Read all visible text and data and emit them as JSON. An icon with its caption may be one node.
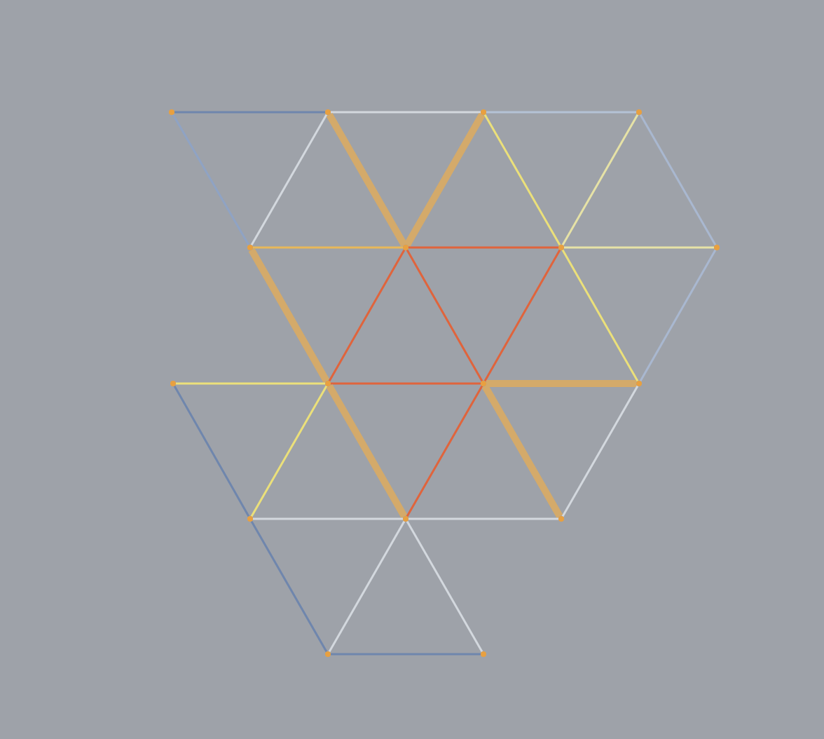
{
  "diagram": {
    "nodes": [
      {
        "text": [],
        "shape": "point"
      },
      {
        "text": [],
        "shape": "point"
      },
      {
        "text": [],
        "shape": "point"
      },
      {
        "text": [],
        "shape": "point"
      },
      {
        "text": [],
        "shape": "point"
      },
      {
        "text": [],
        "shape": "point"
      },
      {
        "text": [],
        "shape": "point"
      },
      {
        "text": [],
        "shape": "point"
      },
      {
        "text": [],
        "shape": "point"
      },
      {
        "text": [],
        "shape": "point"
      },
      {
        "text": [],
        "shape": "point"
      },
      {
        "text": [],
        "shape": "point"
      },
      {
        "text": [],
        "shape": "point"
      },
      {
        "text": [],
        "shape": "point"
      },
      {
        "text": [],
        "shape": "point"
      },
      {
        "text": [],
        "shape": "point"
      },
      {
        "text": [],
        "shape": "point"
      }
    ],
    "edges": [
      {
        "from": 0,
        "to": 1,
        "arrow": "none",
        "color": "#6f86ad"
      },
      {
        "from": 1,
        "to": 2,
        "arrow": "none",
        "color": "#d3d8de"
      },
      {
        "from": 2,
        "to": 3,
        "arrow": "none",
        "color": "#b4c2d6"
      },
      {
        "from": 0,
        "to": 4,
        "arrow": "none",
        "color": "#8fa3c4"
      },
      {
        "from": 1,
        "to": 4,
        "arrow": "none",
        "color": "#d3d8de"
      },
      {
        "from": 1,
        "to": 5,
        "arrow": "none",
        "color": "#d4aa6a",
        "style": "thick"
      },
      {
        "from": 2,
        "to": 5,
        "arrow": "none",
        "color": "#d4aa6a",
        "style": "thick"
      },
      {
        "from": 2,
        "to": 6,
        "arrow": "none",
        "color": "#ebe07a"
      },
      {
        "from": 3,
        "to": 6,
        "arrow": "none",
        "color": "#e6e2a6"
      },
      {
        "from": 3,
        "to": 7,
        "arrow": "none",
        "color": "#a9b8d0"
      },
      {
        "from": 4,
        "to": 5,
        "arrow": "none",
        "color": "#e8b85a"
      },
      {
        "from": 5,
        "to": 6,
        "arrow": "none",
        "color": "#e0643c"
      },
      {
        "from": 6,
        "to": 7,
        "arrow": "none",
        "color": "#e6e2a6"
      },
      {
        "from": 4,
        "to": 9,
        "arrow": "none",
        "color": "#d4aa6a",
        "style": "thick"
      },
      {
        "from": 5,
        "to": 9,
        "arrow": "none",
        "color": "#e0643c"
      },
      {
        "from": 5,
        "to": 10,
        "arrow": "none",
        "color": "#e0643c"
      },
      {
        "from": 6,
        "to": 10,
        "arrow": "none",
        "color": "#e0643c"
      },
      {
        "from": 6,
        "to": 11,
        "arrow": "none",
        "color": "#ebe07a"
      },
      {
        "from": 7,
        "to": 11,
        "arrow": "none",
        "color": "#a9b8d0"
      },
      {
        "from": 8,
        "to": 9,
        "arrow": "none",
        "color": "#ebe07a"
      },
      {
        "from": 9,
        "to": 10,
        "arrow": "none",
        "color": "#e0643c"
      },
      {
        "from": 10,
        "to": 11,
        "arrow": "none",
        "color": "#d4aa6a",
        "style": "thick"
      },
      {
        "from": 8,
        "to": 12,
        "arrow": "none",
        "color": "#6f86ad"
      },
      {
        "from": 9,
        "to": 12,
        "arrow": "none",
        "color": "#ebe07a"
      },
      {
        "from": 9,
        "to": 13,
        "arrow": "none",
        "color": "#d4aa6a",
        "style": "thick"
      },
      {
        "from": 10,
        "to": 13,
        "arrow": "none",
        "color": "#e0643c"
      },
      {
        "from": 10,
        "to": 14,
        "arrow": "none",
        "color": "#d4aa6a",
        "style": "thick"
      },
      {
        "from": 11,
        "to": 14,
        "arrow": "none",
        "color": "#d3d8de"
      },
      {
        "from": 12,
        "to": 13,
        "arrow": "none",
        "color": "#d3d8de"
      },
      {
        "from": 13,
        "to": 14,
        "arrow": "none",
        "color": "#d3d8de"
      },
      {
        "from": 12,
        "to": 15,
        "arrow": "none",
        "color": "#6f86ad"
      },
      {
        "from": 13,
        "to": 15,
        "arrow": "none",
        "color": "#d3d8de"
      },
      {
        "from": 13,
        "to": 16,
        "arrow": "none",
        "color": "#d3d8de"
      },
      {
        "from": 15,
        "to": 16,
        "arrow": "none",
        "color": "#6f86ad"
      }
    ]
  }
}
